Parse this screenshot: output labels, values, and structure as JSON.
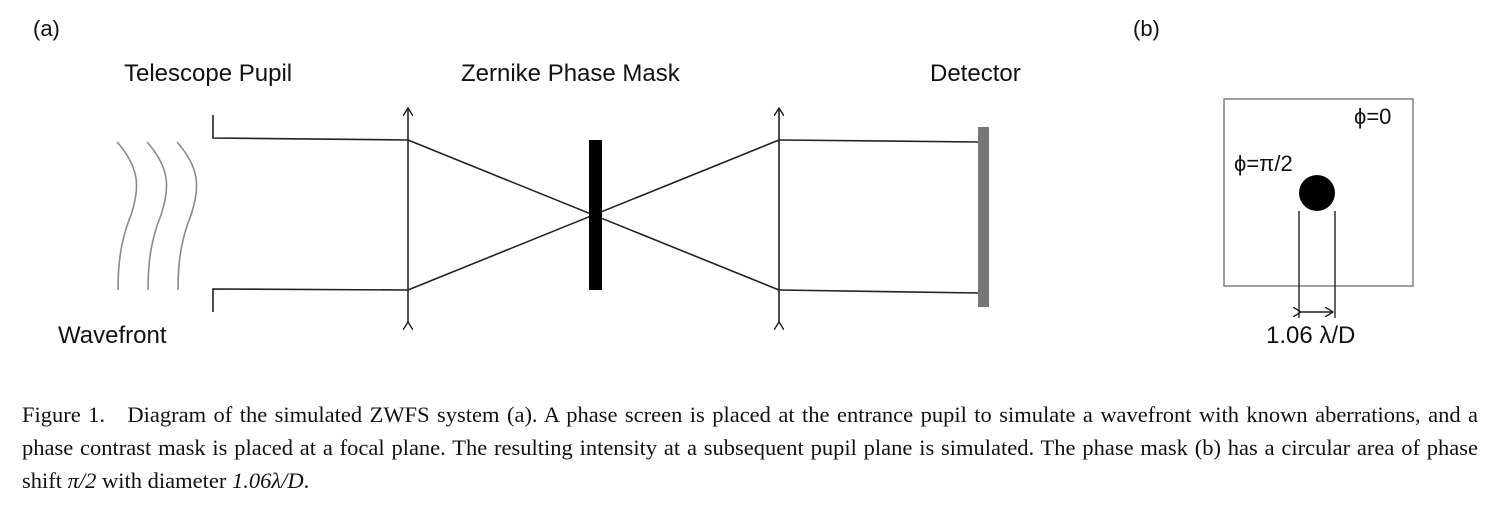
{
  "panel_a": {
    "label": "(a)",
    "telescope_pupil": "Telescope Pupil",
    "zernike_phase_mask": "Zernike Phase Mask",
    "detector": "Detector",
    "wavefront": "Wavefront"
  },
  "panel_b": {
    "label": "(b)",
    "phi_zero": "ϕ=0",
    "phi_half_pi": "ϕ=π/2",
    "diameter": "1.06 λ/D"
  },
  "caption": {
    "prefix": "Figure 1.",
    "text_1": "Diagram of the simulated ZWFS system (a). A phase screen is placed at the entrance pupil to simulate a wavefront with known aberrations, and a phase contrast mask is placed at a focal plane. The resulting intensity at a subsequent pupil plane is simulated. The phase mask (b) has a circular area of phase shift ",
    "math_1": "π/2",
    "text_2": " with diameter ",
    "math_2": "1.06λ/D",
    "text_3": "."
  },
  "colors": {
    "stroke": "#222222",
    "wave": "#8a8a8a",
    "detector": "#777777",
    "mask": "#000000"
  }
}
